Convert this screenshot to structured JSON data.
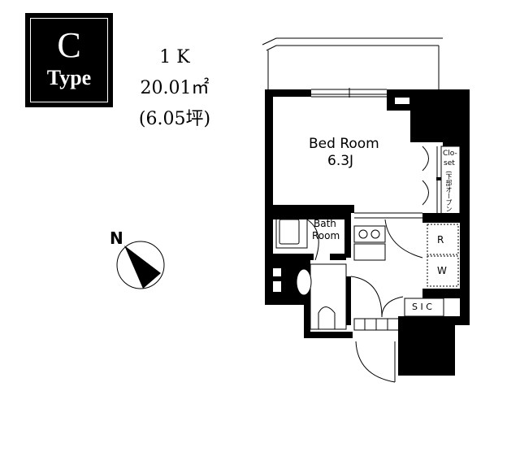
{
  "type_badge": {
    "letter": "C",
    "type_label": "Type"
  },
  "unit_info": {
    "layout": "1 K",
    "area_m2": "20.01㎡",
    "area_tsubo": "(6.05坪)"
  },
  "compass": {
    "north_label": "N"
  },
  "rooms": {
    "bedroom": {
      "name": "Bed Room",
      "size": "6.3J"
    },
    "closet": {
      "line1": "Clo-",
      "line2": "set",
      "note": "(下部オープン)"
    },
    "bath": {
      "line1": "Bath",
      "line2": "Room"
    },
    "fridge": "R",
    "washer": "W",
    "sic": "S I C"
  },
  "colors": {
    "wall": "#000000",
    "background": "#ffffff",
    "line": "#000000"
  }
}
